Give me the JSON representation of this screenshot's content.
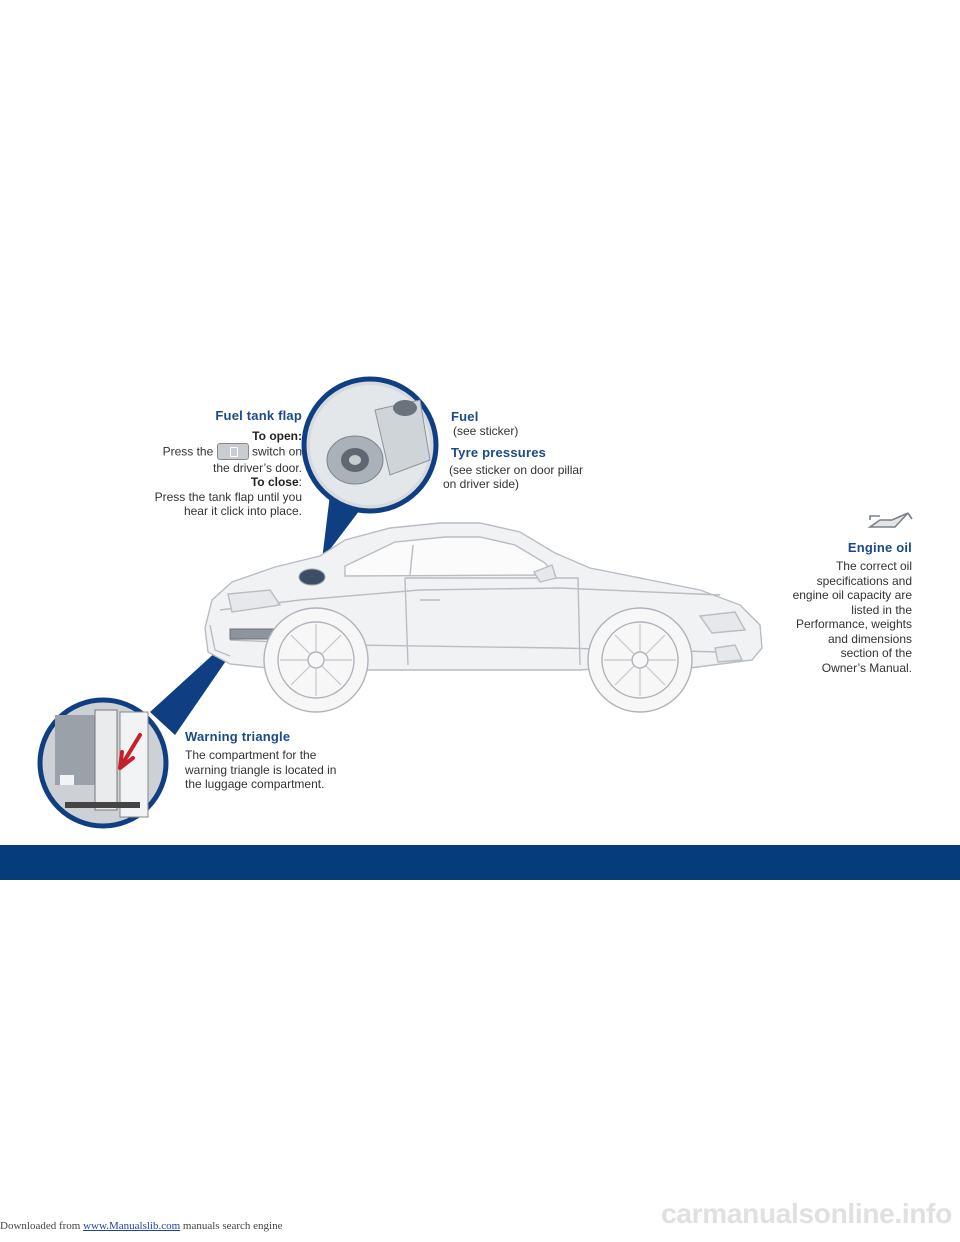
{
  "fuel_tank_flap": {
    "heading": "Fuel tank flap",
    "open_label": "To open",
    "open_text_1": "Press the",
    "open_text_2": "switch on",
    "open_text_3": "the driver’s door.",
    "close_label": "To close",
    "close_text_1": "Press the tank flap until you",
    "close_text_2": "hear it click into place."
  },
  "fuel": {
    "heading": "Fuel",
    "text": "(see sticker)"
  },
  "tyre_pressures": {
    "heading": "Tyre pressures",
    "text_1": "(see sticker on door pillar",
    "text_2": "on driver side)"
  },
  "engine_oil": {
    "icon": "oil-can-icon",
    "heading": "Engine oil",
    "lines": [
      "The correct oil",
      "specifications and",
      "engine oil capacity are",
      "listed in the",
      "Performance, weights",
      "and dimensions",
      "section of the",
      "Owner’s Manual."
    ]
  },
  "warning_triangle": {
    "heading": "Warning triangle",
    "lines": [
      "The compartment for the",
      "warning triangle is located in",
      "the luggage compartment."
    ]
  },
  "footer": {
    "prefix": "Downloaded from",
    "link": "www.Manualslib.com",
    "suffix": " manuals search engine"
  },
  "watermark": "carmanualsonline.info",
  "colors": {
    "brand_blue": "#053c7a",
    "heading_blue": "#1b4a8a",
    "arrow_red": "#c8202a"
  }
}
